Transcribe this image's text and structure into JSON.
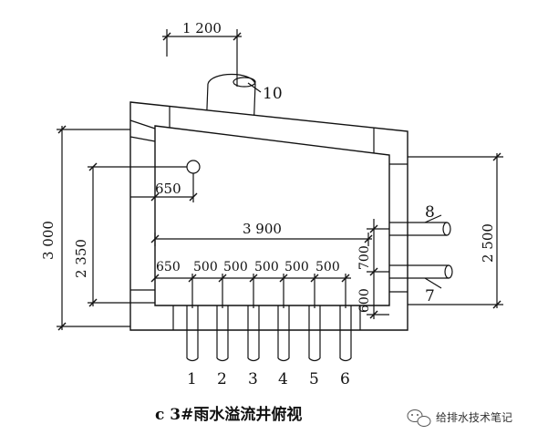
{
  "dimensions": {
    "top_width": "1 200",
    "left_total": "3 000",
    "left_inner": "2 350",
    "right_total": "2 500",
    "offset": "650",
    "inner_width": "3 900",
    "spacing": [
      "650",
      "500",
      "500",
      "500",
      "500",
      "500"
    ],
    "right_upper": "700",
    "right_lower": "600"
  },
  "pipes": {
    "top": "10",
    "upper_right": "8",
    "lower_right": "7",
    "bottom": [
      "1",
      "2",
      "3",
      "4",
      "5",
      "6"
    ]
  },
  "caption": "c 3#雨水溢流井俯视",
  "watermark": "给排水技术笔记",
  "watermark_icon": "wechat-icon"
}
